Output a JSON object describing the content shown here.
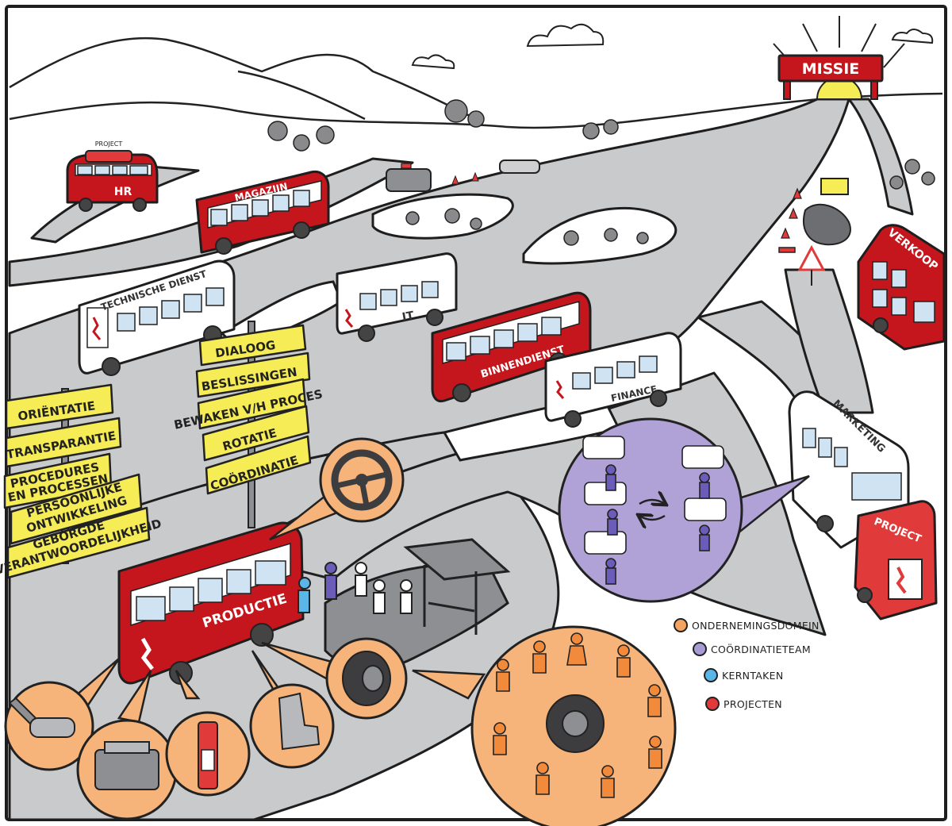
{
  "mission": {
    "label": "MISSIE"
  },
  "buses": {
    "hr": {
      "label": "HR",
      "roof_label": "PROJECT"
    },
    "magazijn": {
      "label": "MAGAZIJN"
    },
    "technische_dienst": {
      "label": "TECHNISCHE DIENST"
    },
    "it": {
      "label": "IT"
    },
    "binnendienst": {
      "label": "BINNENDIENST"
    },
    "finance": {
      "label": "FINANCE"
    },
    "verkoop": {
      "label": "VERKOOP"
    },
    "marketing": {
      "label": "MARKETING"
    },
    "project": {
      "label": "PROJECT"
    },
    "productie": {
      "label": "PRODUCTIE"
    }
  },
  "signs": {
    "left": [
      "ORIËNTATIE",
      "TRANSPARANTIE",
      "PROCEDURES",
      "EN PROCESSEN",
      "PERSOONLIJKE",
      "ONTWIKKELING",
      "GEBORGDE",
      "VERANTWOORDELIJKHEID"
    ],
    "middle": [
      "DIALOOG",
      "BESLISSINGEN",
      "BEWAKEN V/H PROCES",
      "ROTATIE",
      "COÖRDINATIE"
    ]
  },
  "legend": [
    {
      "label": "ONDERNEMINGSDOMEIN",
      "color": "#f4a460"
    },
    {
      "label": "COÖRDINATIETEAM",
      "color": "#a99bd3"
    },
    {
      "label": "KERNTAKEN",
      "color": "#5bb6e8"
    },
    {
      "label": "PROJECTEN",
      "color": "#e03a3a"
    }
  ],
  "colors": {
    "bus_red": "#c4161c",
    "road": "#c9cacc",
    "sign_yellow": "#f6ec55",
    "orange_domain": "#f7b47a",
    "purple_team": "#b0a2d6",
    "blue_core": "#5bb6e8",
    "project_red": "#e03a3a"
  }
}
